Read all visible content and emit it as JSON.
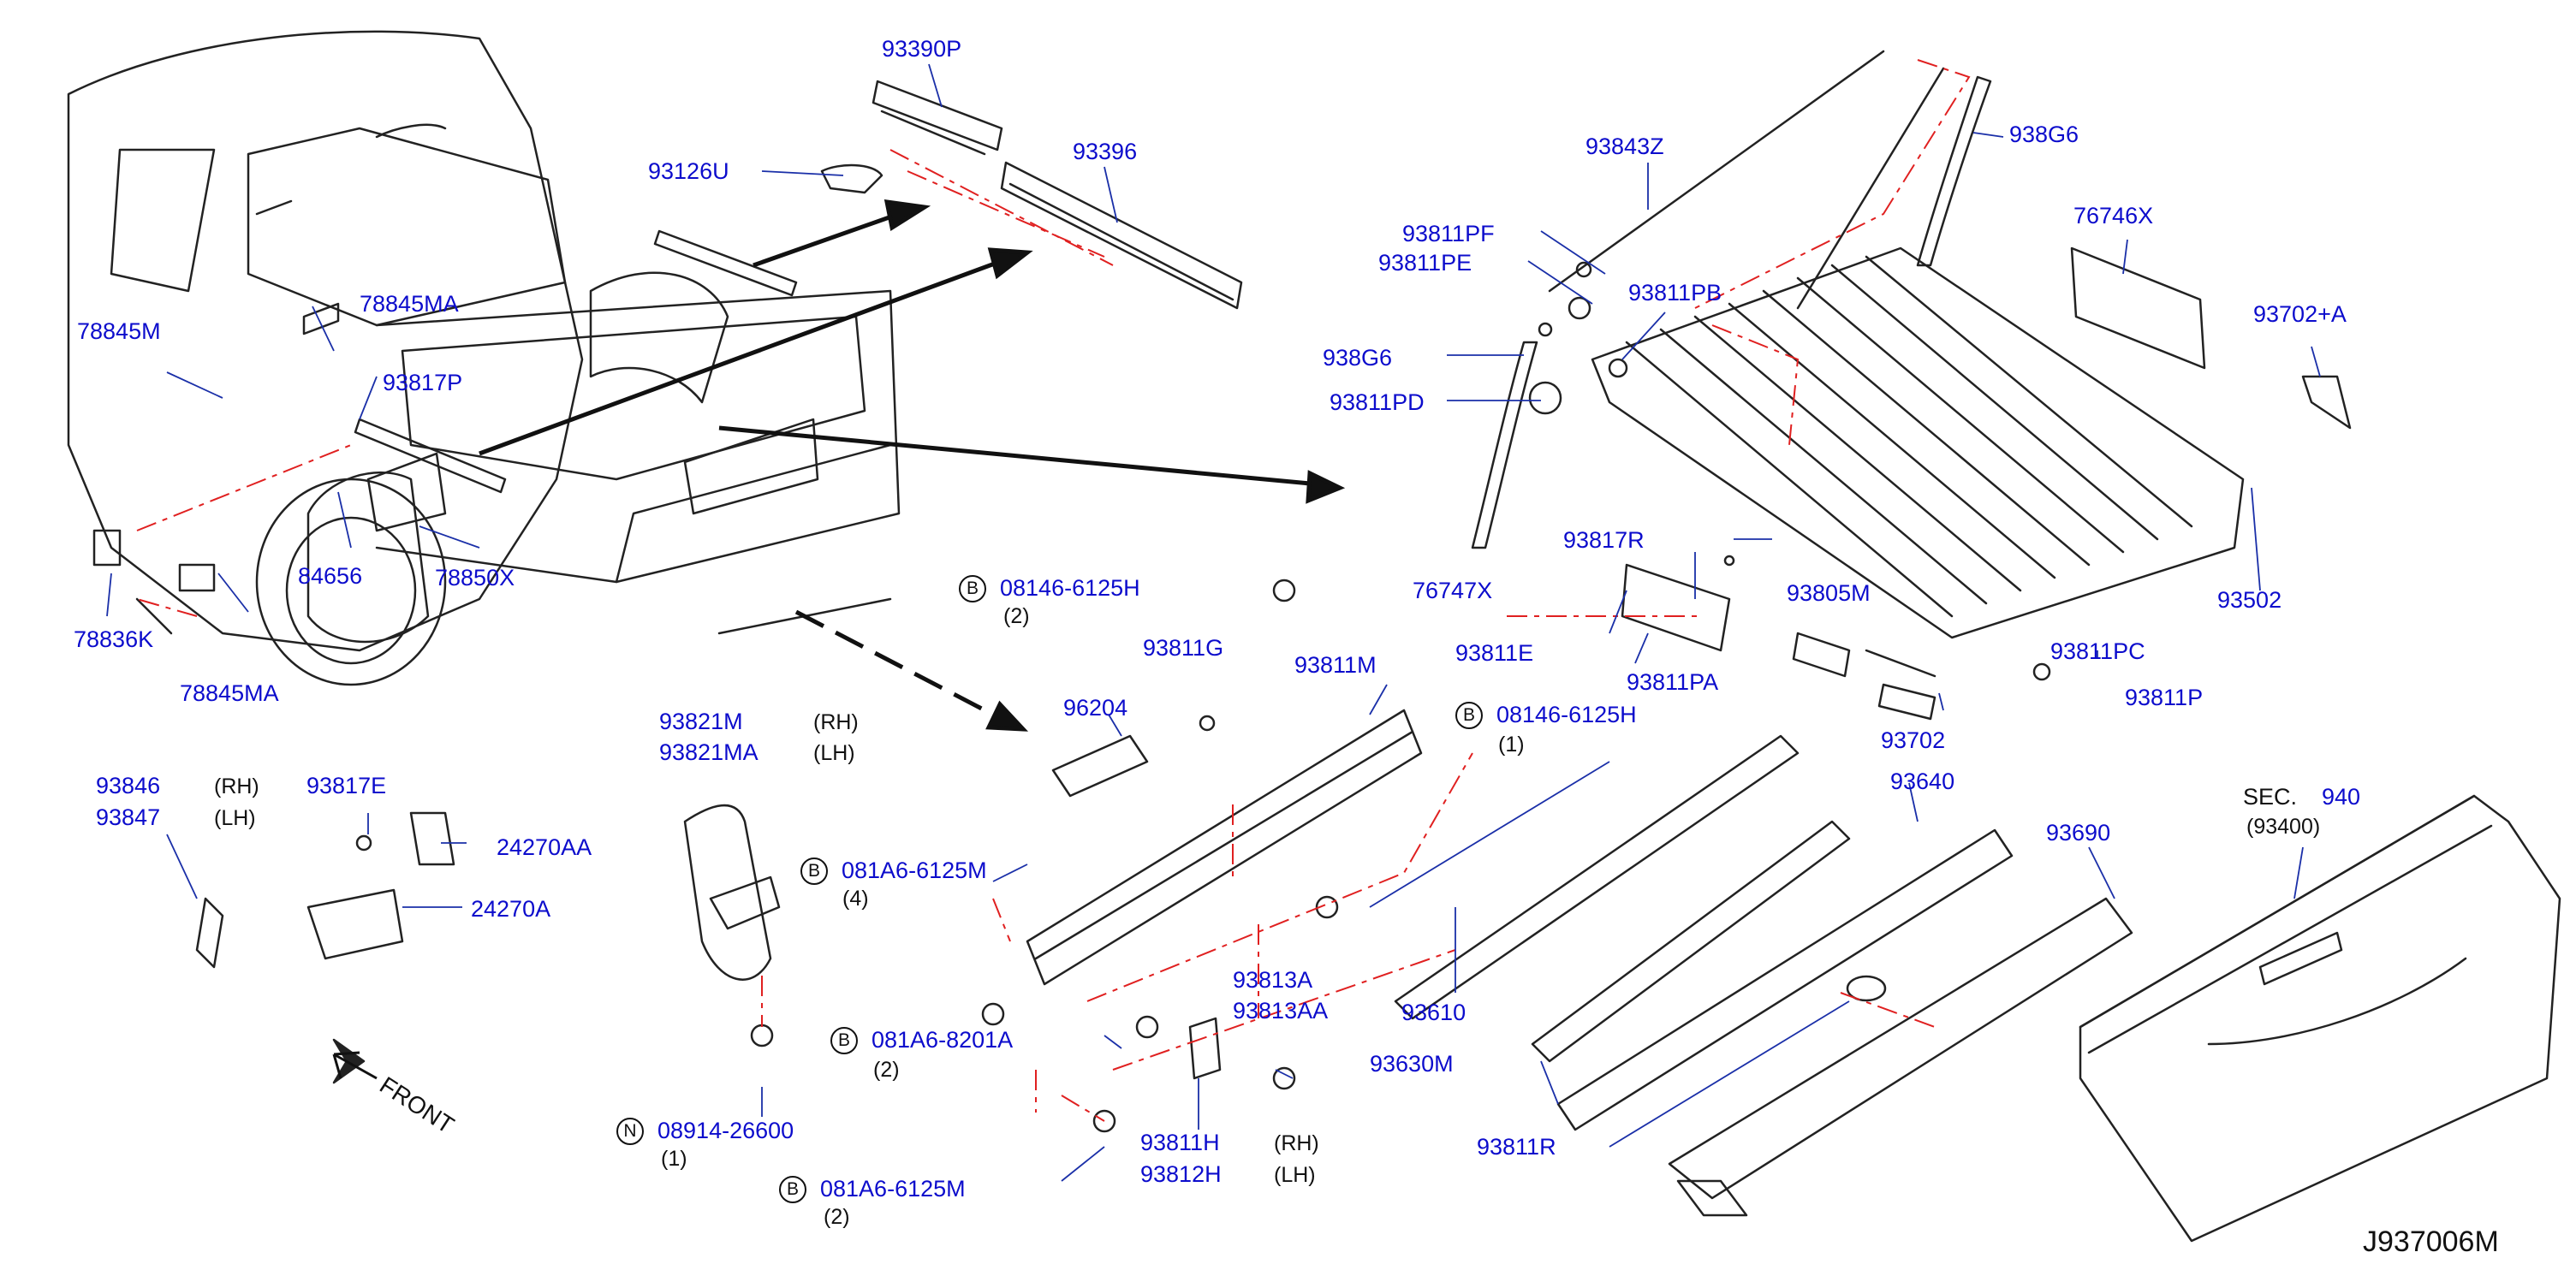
{
  "diagram": {
    "reference_code": "J937006M",
    "front_label": "FRONT",
    "section": {
      "prefix": "SEC.",
      "number": "940",
      "part": "(93400)"
    },
    "colors": {
      "part_number": "#0c0ccc",
      "outline": "#222222",
      "dash": "#e02020",
      "leader": "#1a2fa8"
    },
    "parts": [
      {
        "id": "p1",
        "number": "93390P"
      },
      {
        "id": "p2",
        "number": "93396"
      },
      {
        "id": "p3",
        "number": "93126U"
      },
      {
        "id": "p4",
        "number": "93843Z"
      },
      {
        "id": "p5",
        "number": "938G6"
      },
      {
        "id": "p6",
        "number": "76746X"
      },
      {
        "id": "p7",
        "number": "93811PF"
      },
      {
        "id": "p8",
        "number": "93811PE"
      },
      {
        "id": "p9",
        "number": "93811PB"
      },
      {
        "id": "p10",
        "number": "93702+A"
      },
      {
        "id": "p11",
        "number": "938G6"
      },
      {
        "id": "p12",
        "number": "93811PD"
      },
      {
        "id": "p13",
        "number": "78845M"
      },
      {
        "id": "p14",
        "number": "78845MA"
      },
      {
        "id": "p15",
        "number": "93817P"
      },
      {
        "id": "p16",
        "number": "84656"
      },
      {
        "id": "p17",
        "number": "78850X"
      },
      {
        "id": "p18",
        "number": "78836K"
      },
      {
        "id": "p19",
        "number": "78845MA"
      },
      {
        "id": "p20",
        "number": "93817R"
      },
      {
        "id": "p21",
        "number": "76747X"
      },
      {
        "id": "p22",
        "number": "93805M"
      },
      {
        "id": "p23",
        "number": "93502"
      },
      {
        "id": "p24",
        "number": "93811PC"
      },
      {
        "id": "p25",
        "number": "93811P"
      },
      {
        "id": "p26",
        "number": "93702"
      },
      {
        "id": "p27",
        "number": "93811E"
      },
      {
        "id": "p28",
        "number": "93811PA"
      },
      {
        "id": "p29",
        "number": "93811G"
      },
      {
        "id": "p30",
        "number": "93811M"
      },
      {
        "id": "p31",
        "number": "96204"
      },
      {
        "id": "p32",
        "number": "93821M"
      },
      {
        "id": "p33",
        "number": "93821MA"
      },
      {
        "id": "p34",
        "number": "93846"
      },
      {
        "id": "p35",
        "number": "93847"
      },
      {
        "id": "p36",
        "number": "93817E"
      },
      {
        "id": "p37",
        "number": "24270AA"
      },
      {
        "id": "p38",
        "number": "24270A"
      },
      {
        "id": "p39",
        "number": "93640"
      },
      {
        "id": "p40",
        "number": "93690"
      },
      {
        "id": "p41",
        "number": "93610"
      },
      {
        "id": "p42",
        "number": "93630M"
      },
      {
        "id": "p43",
        "number": "93813A"
      },
      {
        "id": "p44",
        "number": "93813AA"
      },
      {
        "id": "p45",
        "number": "93811H"
      },
      {
        "id": "p46",
        "number": "93812H"
      },
      {
        "id": "p47",
        "number": "93811R"
      }
    ],
    "side_labels": {
      "rh": "(RH)",
      "lh": "(LH)"
    },
    "fasteners": [
      {
        "id": "f1",
        "type": "B",
        "number": "08146-6125H",
        "qty": "(2)"
      },
      {
        "id": "f2",
        "type": "B",
        "number": "08146-6125H",
        "qty": "(1)"
      },
      {
        "id": "f3",
        "type": "B",
        "number": "081A6-6125M",
        "qty": "(4)"
      },
      {
        "id": "f4",
        "type": "B",
        "number": "081A6-8201A",
        "qty": "(2)"
      },
      {
        "id": "f5",
        "type": "N",
        "number": "08914-26600",
        "qty": "(1)"
      },
      {
        "id": "f6",
        "type": "B",
        "number": "081A6-6125M",
        "qty": "(2)"
      }
    ]
  }
}
